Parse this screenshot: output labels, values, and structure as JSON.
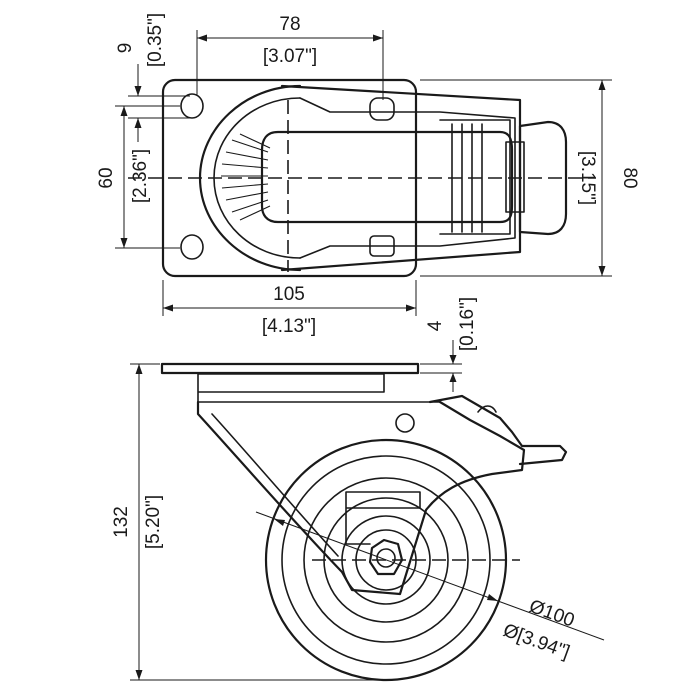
{
  "top_view": {
    "width_holes": {
      "value": "78",
      "inch": "[3.07\"]"
    },
    "hole_offset": {
      "value": "9",
      "inch": "[0.35\"]"
    },
    "depth_holes": {
      "value": "60",
      "inch": "[2.36\"]"
    },
    "plate_width": {
      "value": "105",
      "inch": "[4.13\"]"
    },
    "plate_depth": {
      "value": "80",
      "inch": "[3.15\"]"
    }
  },
  "side_view": {
    "plate_thickness": {
      "value": "4",
      "inch": "[0.16\"]"
    },
    "overall_height": {
      "value": "132",
      "inch": "[5.20\"]"
    },
    "wheel_diameter": {
      "value": "Ø100",
      "inch": "Ø[3.94\"]"
    }
  }
}
